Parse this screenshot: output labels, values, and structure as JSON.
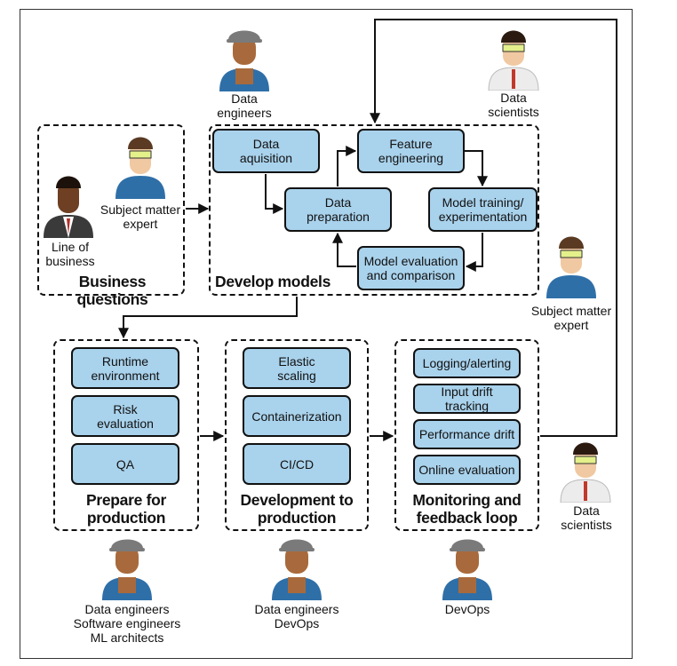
{
  "stages": {
    "business": {
      "title": "Business questions",
      "roles": {
        "line_of_business": "Line of\nbusiness",
        "sme": "Subject matter\nexpert"
      }
    },
    "develop": {
      "title": "Develop models",
      "steps": {
        "acquisition": "Data\naquisition",
        "preparation": "Data\npreparation",
        "feature": "Feature\nengineering",
        "training": "Model training/\nexperimentation",
        "evaluation": "Model evaluation\nand comparison"
      }
    },
    "prepare": {
      "title": "Prepare for\nproduction",
      "steps": [
        "Runtime\nenvironment",
        "Risk\nevaluation",
        "QA"
      ]
    },
    "deploy": {
      "title": "Development to\nproduction",
      "steps": [
        "Elastic\nscaling",
        "Containerization",
        "CI/CD"
      ]
    },
    "monitor": {
      "title": "Monitoring and\nfeedback loop",
      "steps": [
        "Logging/alerting",
        "Input drift tracking",
        "Performance drift",
        "Online evaluation"
      ]
    }
  },
  "roles": {
    "data_engineers_top": "Data\nengineers",
    "data_scientists_top": "Data\nscientists",
    "sme_right": "Subject matter\nexpert",
    "data_scientists_right": "Data\nscientists",
    "bottom_left": "Data engineers\nSoftware engineers\nML architects",
    "bottom_middle": "Data engineers\nDevOps",
    "bottom_right": "DevOps"
  },
  "icons": [
    "engineer-icon",
    "data-scientist-icon",
    "subject-matter-expert-icon",
    "business-person-icon",
    "arrow-icon"
  ],
  "colors": {
    "box_fill": "#a9d2ec",
    "stroke": "#111111",
    "engineer_shirt": "#2f6fa8",
    "helmet": "#7a7a7a",
    "skin": "#a86a3c"
  }
}
